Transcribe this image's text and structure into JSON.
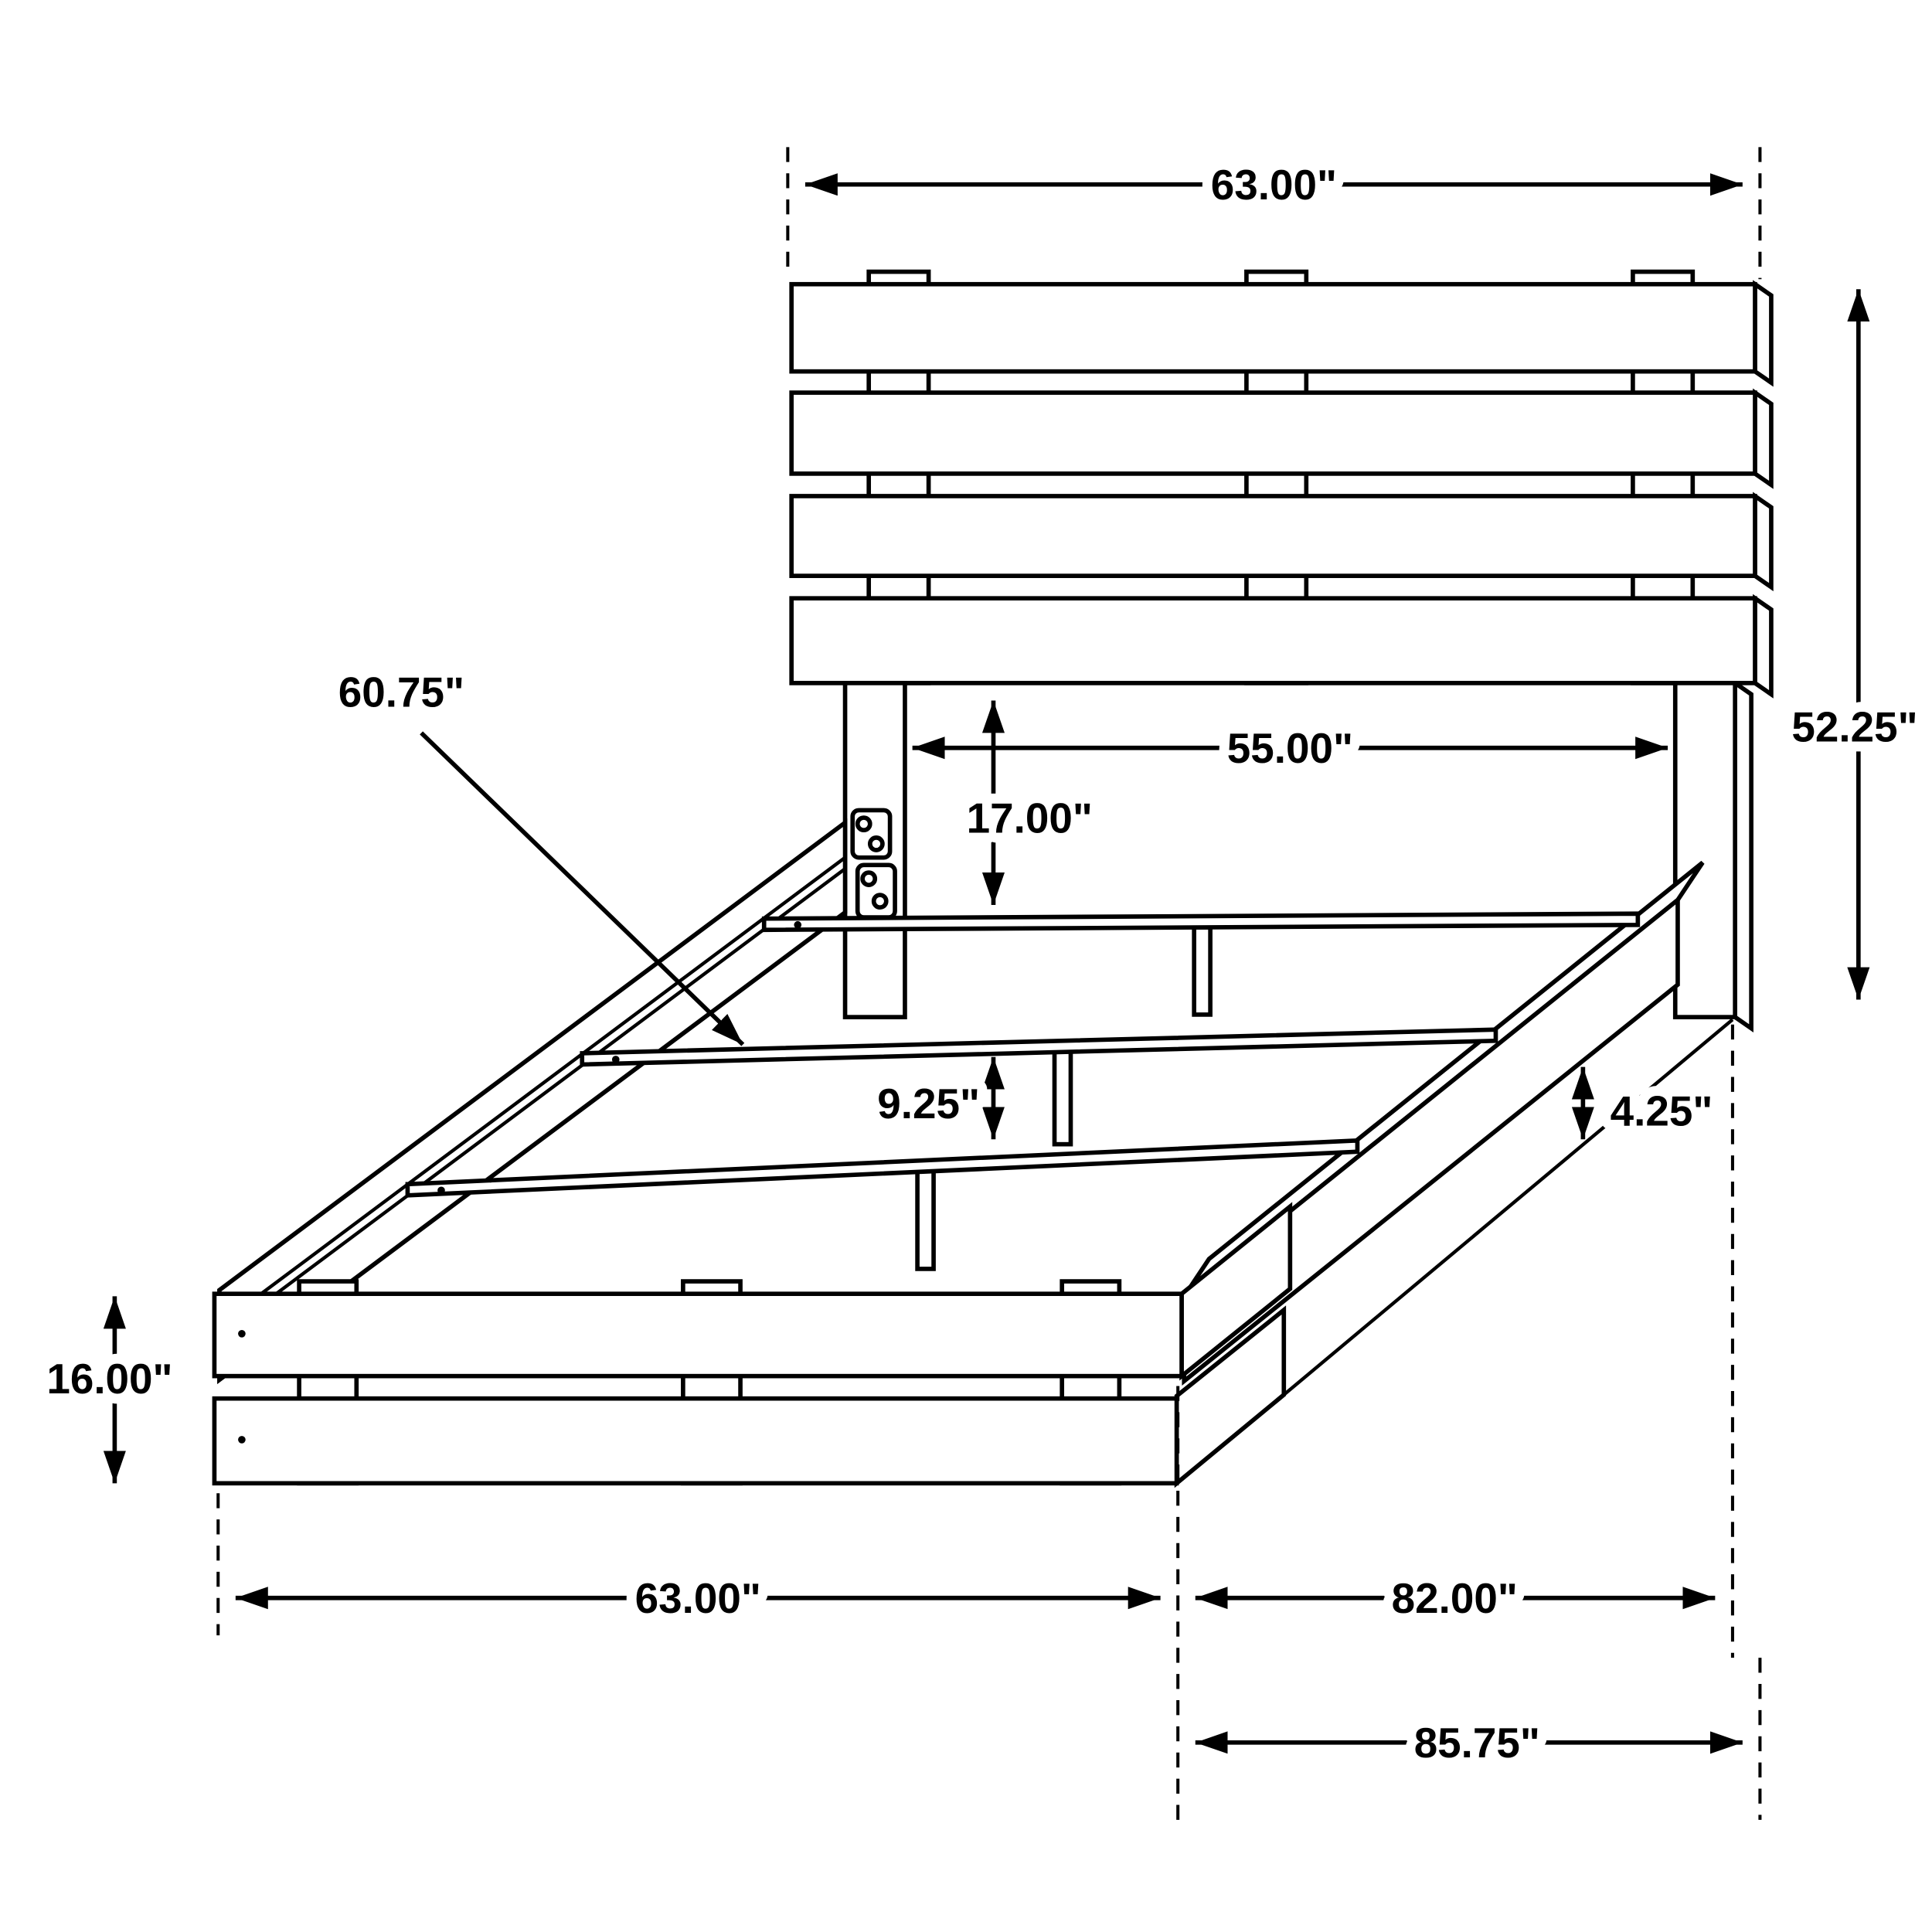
{
  "diagram": {
    "subject": "platform bed frame dimensioned line drawing",
    "colors": {
      "line": "#000000",
      "background": "#ffffff"
    },
    "dimensions": {
      "headboard_width": "63.00\"",
      "headboard_height": "52.25\"",
      "inner_width": "55.00\"",
      "headboard_bottom_to_slat": "17.00\"",
      "slat_length": "60.75\"",
      "slat_support_height": "9.25\"",
      "rail_floor_clearance": "4.25\"",
      "footboard_height": "16.00\"",
      "footboard_width": "63.00\"",
      "frame_length": "82.00\"",
      "overall_length": "85.75\""
    }
  }
}
